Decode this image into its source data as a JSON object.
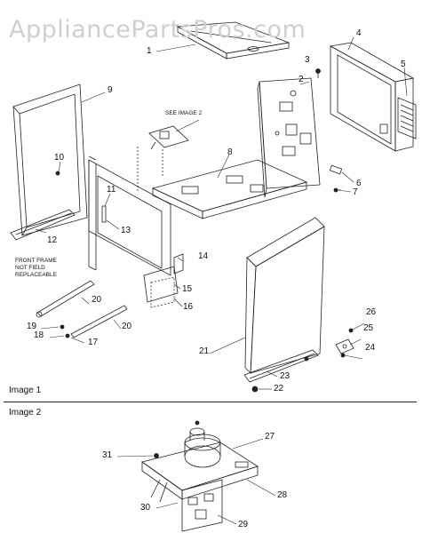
{
  "watermark": "AppliancePartsPros.com",
  "labels": {
    "p1": "1",
    "p2": "2",
    "p3": "3",
    "p4": "4",
    "p5": "5",
    "p6": "6",
    "p7": "7",
    "p8": "8",
    "p9": "9",
    "p10": "10",
    "p11": "11",
    "p12": "12",
    "p13": "13",
    "p14": "14",
    "p15": "15",
    "p16": "16",
    "p17": "17",
    "p18": "18",
    "p19": "19",
    "p20a": "20",
    "p20b": "20",
    "p21": "21",
    "p22": "22",
    "p23": "23",
    "p24": "24",
    "p25": "25",
    "p26": "26",
    "p27": "27",
    "p28": "28",
    "p29": "29",
    "p30": "30",
    "p31": "31"
  },
  "see_image_note": "SEE IMAGE 2",
  "front_frame_note": "FRONT FRAME\nNOT FIELD\nREPLACEABLE",
  "section1": "Image 1",
  "section2": "Image 2"
}
